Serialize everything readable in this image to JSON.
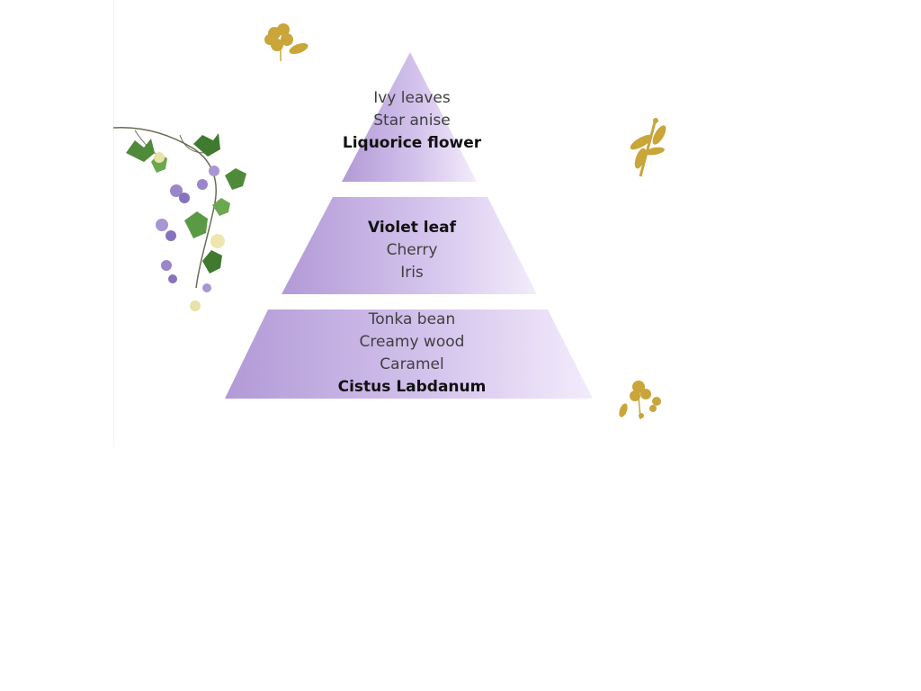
{
  "pyramid": {
    "top": {
      "notes": [
        {
          "text": "Ivy leaves",
          "bold": false
        },
        {
          "text": "Star anise",
          "bold": false
        },
        {
          "text": "Liquorice flower",
          "bold": true
        }
      ]
    },
    "middle": {
      "notes": [
        {
          "text": "Violet leaf",
          "bold": true
        },
        {
          "text": "Cherry",
          "bold": false
        },
        {
          "text": "Iris",
          "bold": false
        }
      ]
    },
    "base": {
      "notes": [
        {
          "text": "Tonka bean",
          "bold": false
        },
        {
          "text": "Creamy wood",
          "bold": false
        },
        {
          "text": "Caramel",
          "bold": false
        },
        {
          "text": "Cistus Labdanum",
          "bold": true
        }
      ]
    }
  },
  "decorations": [
    {
      "name": "violet-ivy-sprig-illustration"
    },
    {
      "name": "gold-flower-icon"
    },
    {
      "name": "gold-dragonfly-icon"
    },
    {
      "name": "gold-flower-sprig-icon"
    }
  ],
  "colors": {
    "tier_dark": "#b6a0d9",
    "tier_light": "#f1e9fb",
    "gold": "#c9a53a",
    "violet": "#9a86c9",
    "leaf": "#4e8a3a"
  }
}
